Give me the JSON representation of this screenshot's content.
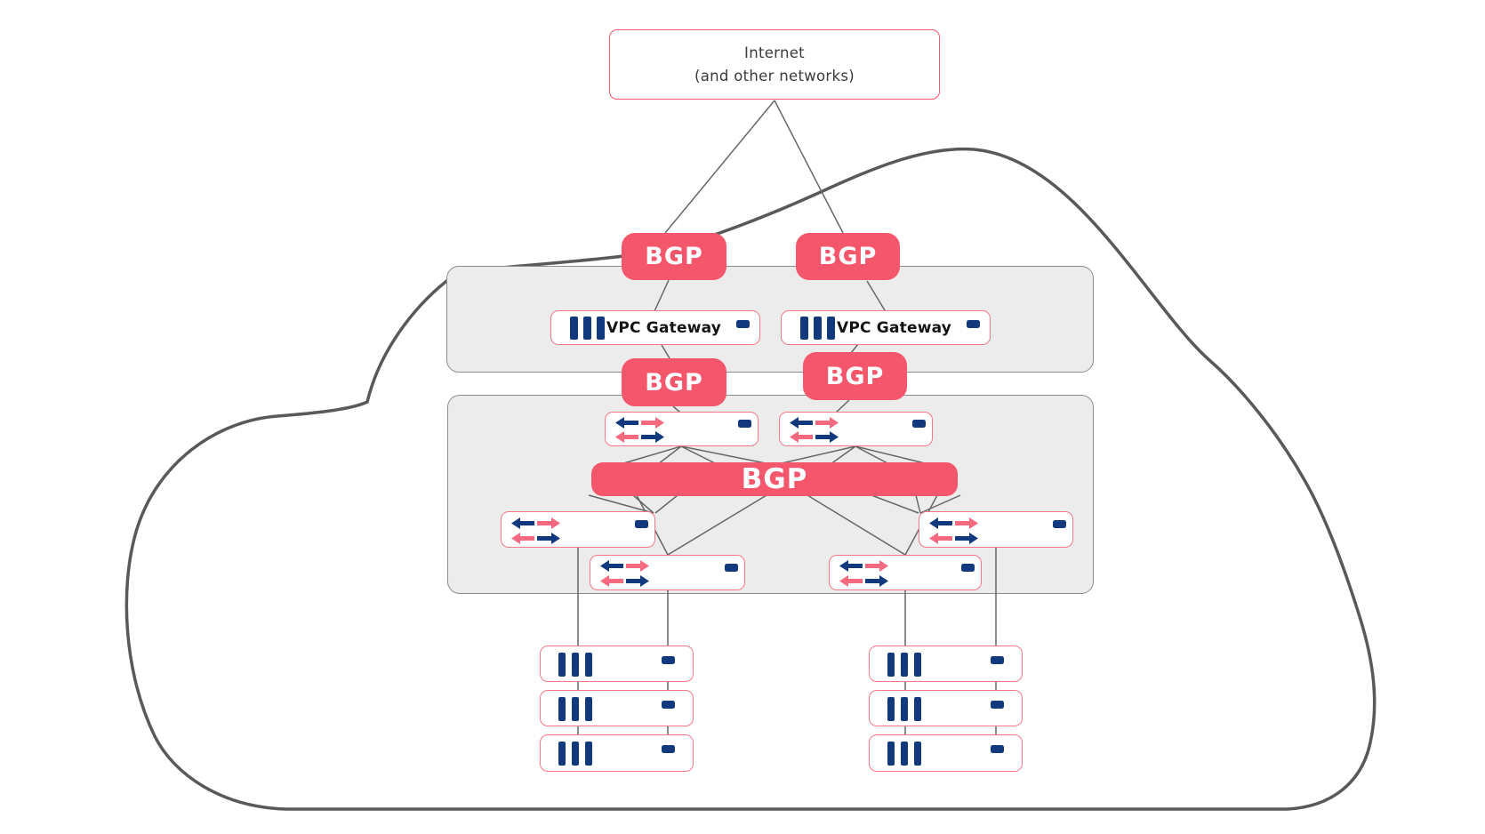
{
  "diagram_title": "Datacenter BGP / VPC network diagram",
  "internet": {
    "line1": "Internet",
    "line2": "(and other networks)"
  },
  "labels": {
    "bgp": "BGP",
    "vpc_gateway": "VPC Gateway"
  },
  "structure": {
    "bgp_badge_count": 5,
    "vpc_gateway_count": 2,
    "router_count": 6,
    "server_count": 6,
    "sections": [
      "gateway-tier",
      "routing-tier"
    ]
  },
  "icons": {
    "router_traffic": [
      "arrow-left-icon",
      "arrow-right-icon"
    ],
    "gateway": "interface-bars-icon",
    "status": "led-indicator-icon",
    "boundary": "cloud-outline"
  },
  "colors": {
    "accent_pink": "#F4566B",
    "box_border_pink": "#F5798A",
    "navy": "#12387E",
    "arrow_pink": "#F7697F",
    "section_gray": "#ECECEC",
    "section_border": "#8C8C8C",
    "cloud_stroke": "#595959",
    "connector_gray": "#666666",
    "text_dark": "#3A3A3A"
  }
}
